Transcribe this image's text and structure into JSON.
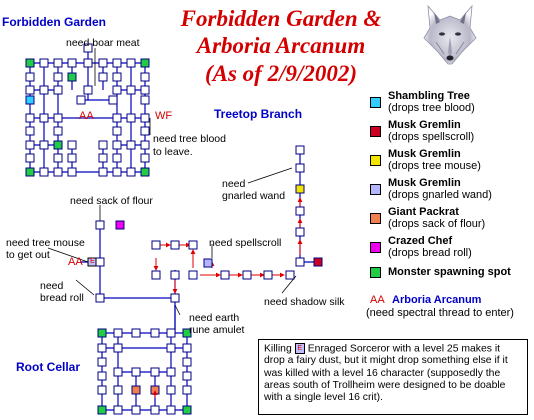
{
  "title": {
    "line1": "Forbidden Garden &",
    "line2": "Arboria Arcanum",
    "line3": "(As of 2/9/2002)"
  },
  "wolf_icon": "wolf-portrait-icon",
  "regions": {
    "forbidden_garden": "Forbidden Garden",
    "treetop_branch": "Treetop Branch",
    "root_cellar": "Root Cellar"
  },
  "map_labels": {
    "aa_garden": "AA",
    "wf": "WF",
    "aa_branch": "AA",
    "e_marker": "E"
  },
  "notes": {
    "boar_meat": "need boar meat",
    "tree_blood_1": "need tree blood",
    "tree_blood_2": "to leave.",
    "gnarled_1": "need",
    "gnarled_2": "gnarled wand",
    "sack_flour": "need sack of flour",
    "tree_mouse_1": "need tree mouse",
    "tree_mouse_2": "to get out",
    "spellscroll": "need spellscroll",
    "bread_1": "need",
    "bread_2": "bread roll",
    "shadow_silk": "need shadow silk",
    "earth_1": "need earth",
    "earth_2": "rune amulet"
  },
  "legend": [
    {
      "name": "Shambling Tree",
      "drop": "(drops tree blood)",
      "color": "#33ccff"
    },
    {
      "name": "Musk Gremlin",
      "drop": "(drops spellscroll)",
      "color": "#cc0022"
    },
    {
      "name": "Musk Gremlin",
      "drop": "(drops tree mouse)",
      "color": "#f2e600"
    },
    {
      "name": "Musk Gremlin",
      "drop": "(drops gnarled wand)",
      "color": "#b4b4ff"
    },
    {
      "name": "Giant Packrat",
      "drop": "(drops sack of flour)",
      "color": "#f08050"
    },
    {
      "name": "Crazed Chef",
      "drop": "(drops bread roll)",
      "color": "#ee00ee"
    },
    {
      "name": "Monster spawning spot",
      "drop": "",
      "color": "#22cc44"
    }
  ],
  "legend_aa": {
    "symbol": "AA",
    "name": "Arboria Arcanum",
    "note": "(need spectral thread to enter)"
  },
  "info": {
    "killing": "Killing",
    "badge": "E",
    "body": "Enraged Sorceror with a level 25 makes it drop  a fairy dust, but it might drop something else if it was killed with a level 16 character (supposedly the areas south of Trollheim were designed to be doable with a single level 16 crit)."
  },
  "colors": {
    "room_border": "#000080",
    "line": "#0000c0",
    "arrow": "#e00000",
    "title": "#d40000",
    "region": "#0000c8"
  }
}
